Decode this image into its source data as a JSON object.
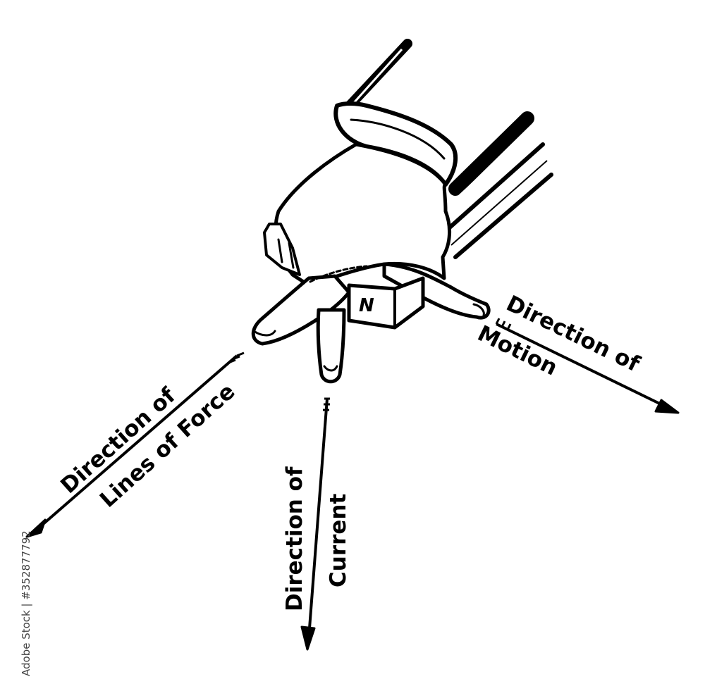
{
  "labels": {
    "lines_of_force": {
      "line1": "Direction of",
      "line2": "Lines of Force"
    },
    "current": {
      "line1": "Direction of",
      "line2": "Current"
    },
    "motion": {
      "line1": "Direction of",
      "line2": "Motion"
    },
    "magnet_pole": "N"
  },
  "watermark": {
    "stock_id": "Adobe Stock | #352877792"
  },
  "colors": {
    "ink": "#000000",
    "paper": "#ffffff"
  }
}
